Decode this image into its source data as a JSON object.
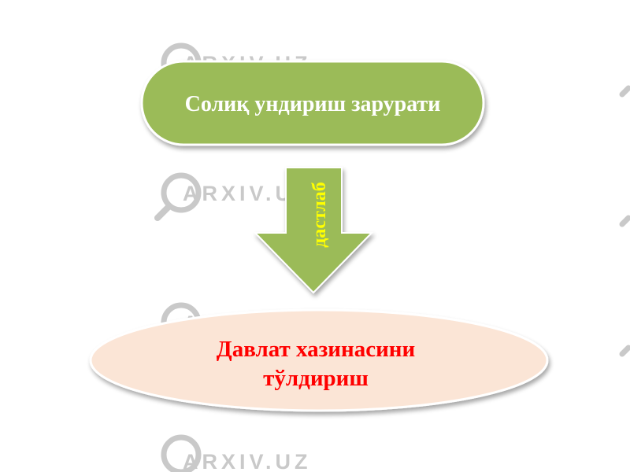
{
  "watermark": {
    "text": "ARXIV.UZ",
    "color": "#c9c9c9"
  },
  "diagram": {
    "top_box": {
      "label": "Солиқ ундириш зарурати",
      "fill": "#9bbb59",
      "text_color": "#ffffff"
    },
    "arrow": {
      "label": "дастлаб",
      "fill": "#9bbb59",
      "text_color": "#ffff00"
    },
    "bottom_box": {
      "label_line1": "Давлат хазинасини",
      "label_line2": "тўлдириш",
      "fill": "#fbe5d6",
      "text_color": "#ff0000"
    }
  }
}
